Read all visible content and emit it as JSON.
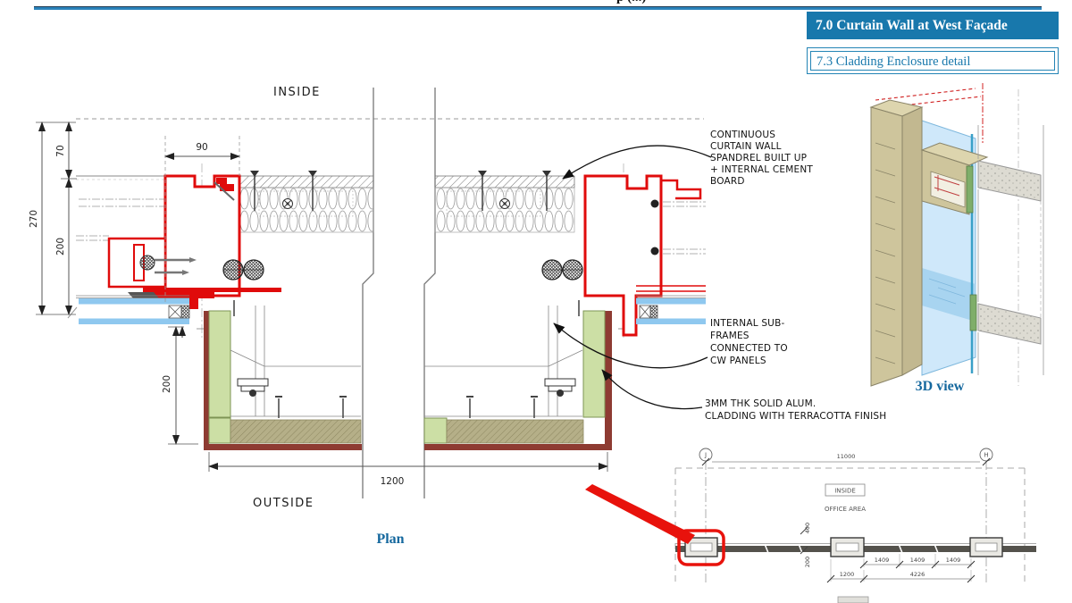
{
  "page_header_fragment": "p (...)",
  "header": {
    "section_title": "7.0 Curtain Wall at West Façade",
    "detail_title": "7.3 Cladding Enclosure detail"
  },
  "colors": {
    "accent_teal": "#1878AC",
    "profile_red": "#E00B0B",
    "cladding_maroon": "#8E3B32",
    "panel_green": "#CCDFA5",
    "infill_khaki": "#B5AF88",
    "glass_blue": "#8FC8EF"
  },
  "main_drawing": {
    "inside_label": "INSIDE",
    "outside_label": "OUTSIDE",
    "caption": "Plan",
    "dims": {
      "overall": "270",
      "glazing_zone": "70",
      "frame_zone": "200",
      "mullion_width": "90",
      "cladding_depth": "200",
      "module": "1200"
    },
    "annotations": [
      {
        "lines": [
          "CONTINUOUS",
          "CURTAIN WALL",
          "SPANDREL BUILT UP",
          "+ INTERNAL CEMENT",
          "BOARD"
        ]
      },
      {
        "lines": [
          "INTERNAL SUB-",
          "FRAMES",
          "CONNECTED TO",
          "CW PANELS"
        ]
      },
      {
        "lines": [
          "3MM THK SOLID ALUM.",
          "CLADDING WITH TERRACOTTA FINISH"
        ]
      }
    ]
  },
  "three_d_view": {
    "caption": "3D view"
  },
  "key_plan": {
    "grid_bubbles": [
      "J",
      "H"
    ],
    "inside_label": "INSIDE",
    "area_label": "OFFICE AREA",
    "dims": {
      "overall": "11000",
      "offset_top": "400",
      "offset_bottom": "200",
      "module": "1200",
      "panels": [
        "1409",
        "1409",
        "1409"
      ],
      "subtotal": "4226"
    }
  }
}
